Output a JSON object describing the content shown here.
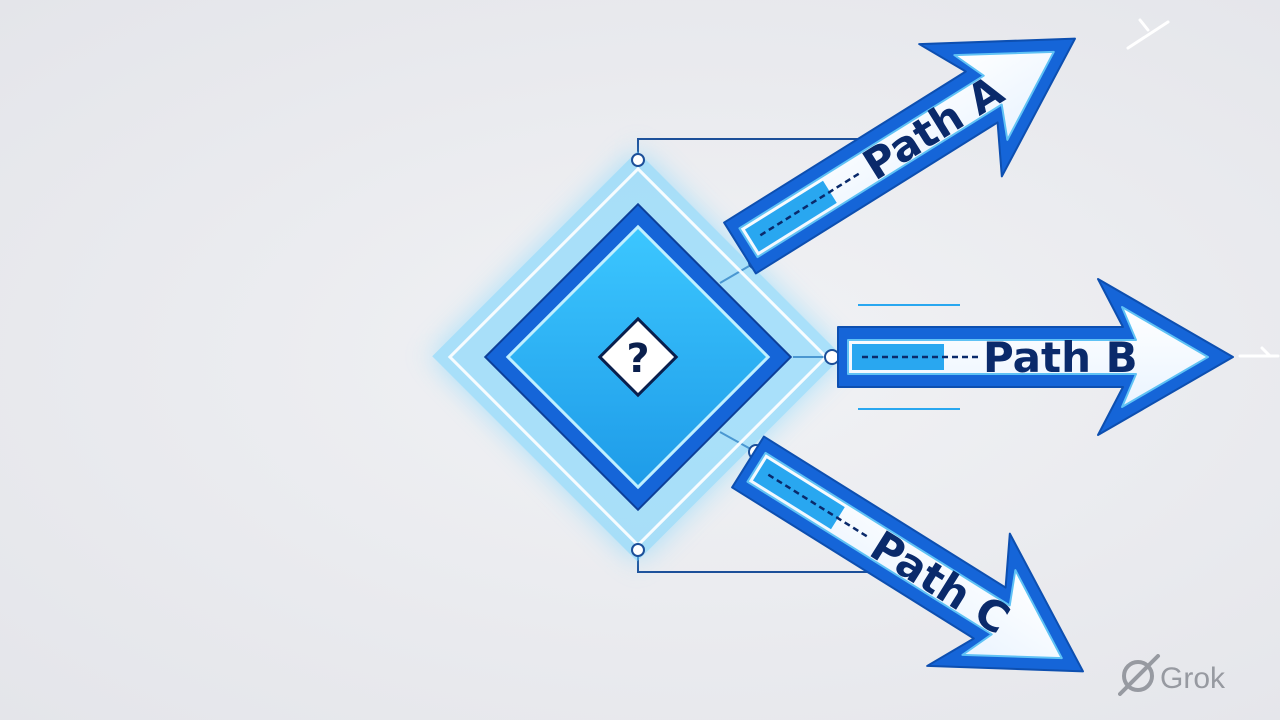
{
  "decision": {
    "symbol": "?"
  },
  "paths": [
    {
      "label": "Path A"
    },
    {
      "label": "Path B"
    },
    {
      "label": "Path C"
    }
  ],
  "watermark": {
    "text": "Grok",
    "icon": "grok-logo-icon"
  },
  "colors": {
    "primary": "#1565d8",
    "accent": "#29b6f6",
    "dark": "#0a2a6b",
    "glow": "#6fd3ff",
    "background": "#eceef1"
  }
}
